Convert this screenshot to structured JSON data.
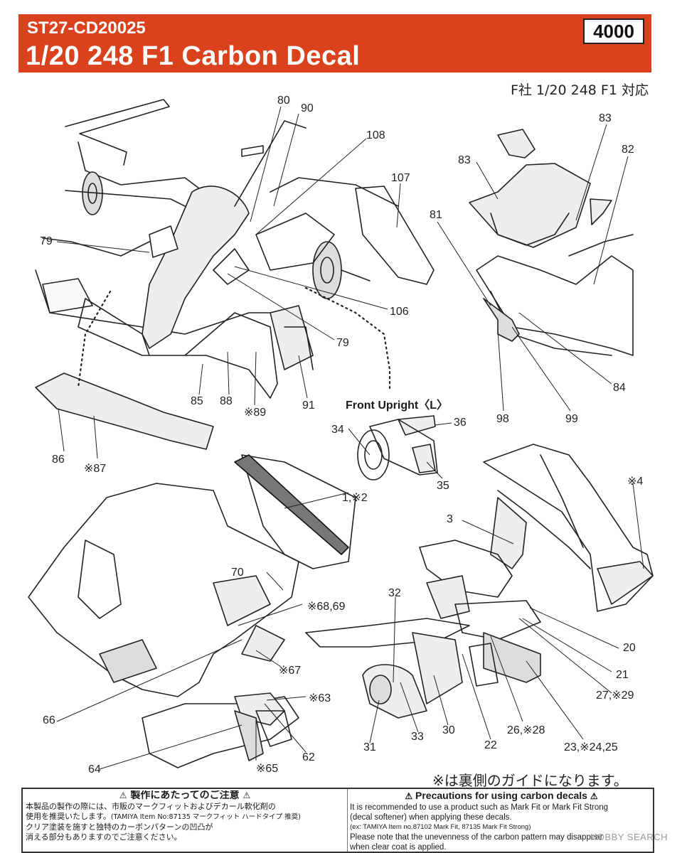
{
  "header": {
    "product_code": "ST27-CD20025",
    "title": "1/20  248 F1 Carbon Decal",
    "price": "4000",
    "compat": "F社 1/20  248 F1 対応"
  },
  "colors": {
    "header_bg": "#d9421c",
    "header_text": "#ffffff"
  },
  "labels": {
    "p80": "80",
    "p90": "90",
    "p108": "108",
    "p107": "107",
    "p79a": "79",
    "p106": "106",
    "p79b": "79",
    "p85": "85",
    "p88": "88",
    "p89": "※89",
    "p91": "91",
    "p86": "86",
    "p87": "※87",
    "p83a": "83",
    "p83b": "83",
    "p82": "82",
    "p81": "81",
    "p84": "84",
    "p98": "98",
    "p99": "99",
    "p34": "34",
    "p36": "36",
    "p35": "35",
    "p4": "※4",
    "p3": "3",
    "p1_2": "1,※2",
    "p70": "70",
    "p68_69": "※68,69",
    "p67": "※67",
    "p66": "66",
    "p63": "※63",
    "p62": "62",
    "p64": "64",
    "p65": "※65",
    "p32": "32",
    "p31": "31",
    "p33": "33",
    "p30": "30",
    "p22": "22",
    "p26_28": "26,※28",
    "p23_24_25": "23,※24,25",
    "p27_29": "27,※29",
    "p20": "20",
    "p21": "21"
  },
  "subassembly_title": "Front Upright〈L〉",
  "guide_note": "※は裏側のガイドになります。",
  "caution": {
    "jp_heading": "製作にあたってのご注意",
    "jp_line1": "本製品の製作の際には、市販のマークフィットおよびデカール軟化剤の",
    "jp_line2a": "使用を推奨いたします。",
    "jp_line2b": "(TAMIYA Item No:87135 マークフィット ハードタイプ 推奨)",
    "jp_line3": "クリア塗装を施すと独特のカーボンパターンの凹凸が",
    "jp_line4": "消える部分もありますのでご注意ください。",
    "en_heading": "Precautions for using carbon decals",
    "en_line1": "It is recommended to use a product such as Mark Fit or Mark Fit Strong",
    "en_line2": "(decal softener) when applying these decals.",
    "en_line3": "(ex: TAMIYA Item no.87102 Mark Fit, 87135 Mark Fit Strong)",
    "en_line4": "Please note that the unevenness of the carbon pattern may disappear",
    "en_line5": "when clear coat is applied."
  },
  "watermark": "HOBBY SEARCH"
}
